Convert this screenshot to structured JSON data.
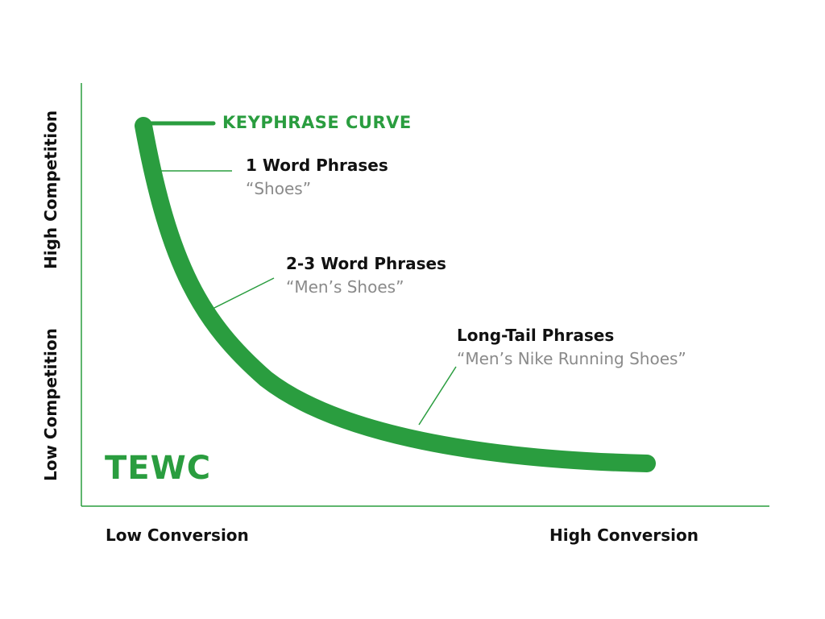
{
  "colors": {
    "accent": "#2a9d3f",
    "axis": "#2a9d3f",
    "text": "#111111",
    "muted": "#8a8a8a"
  },
  "legend": {
    "label": "KEYPHRASE CURVE"
  },
  "brand": {
    "logo_text": "TEWC"
  },
  "axes": {
    "x_low": "Low Conversion",
    "x_high": "High Conversion",
    "y_low": "Low Competition",
    "y_high": "High Competition"
  },
  "annotations": [
    {
      "title": "1 Word Phrases",
      "example": "“Shoes”"
    },
    {
      "title": "2-3 Word Phrases",
      "example": "“Men’s Shoes”"
    },
    {
      "title": "Long-Tail Phrases",
      "example": "“Men’s Nike Running Shoes”"
    }
  ]
}
